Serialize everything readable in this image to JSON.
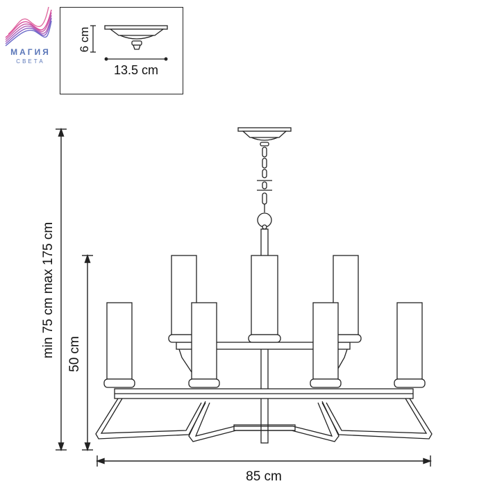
{
  "brand": {
    "name": "МАГИЯ",
    "tagline": "СВЕТА",
    "colors": {
      "pink": "#d94c9b",
      "purple": "#8a5cc4",
      "blue": "#5a76b8"
    }
  },
  "canopy_detail": {
    "height_label": "6 cm",
    "width_label": "13.5 cm"
  },
  "dimensions": {
    "overall_height_label": "min 75 cm max 175 cm",
    "body_height_label": "50 cm",
    "width_label": "85 cm"
  },
  "colors": {
    "line": "#222222",
    "fill": "#ffffff"
  }
}
